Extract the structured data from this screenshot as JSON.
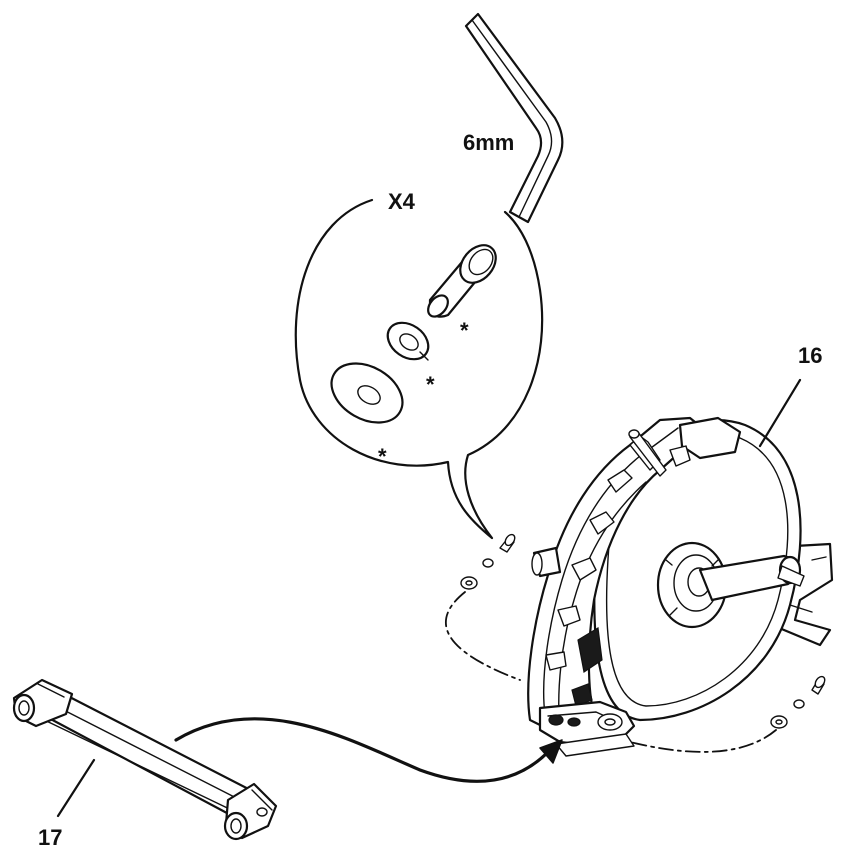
{
  "labels": {
    "tool_size": "6mm",
    "quantity": "X4",
    "part_main": "16",
    "part_stabilizer": "17",
    "note_marker": "*"
  }
}
